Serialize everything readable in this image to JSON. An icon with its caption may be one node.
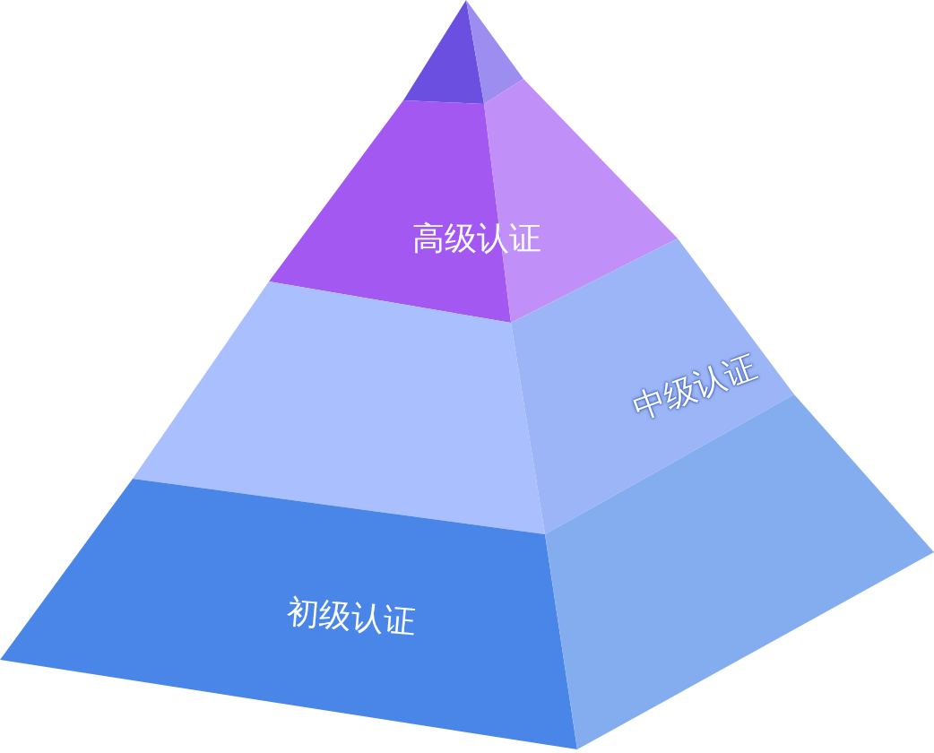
{
  "diagram": {
    "nodes": [
      {
        "text": [
          "高级认证"
        ]
      },
      {
        "text": [
          "中级认证"
        ]
      },
      {
        "text": [
          "初级认证"
        ]
      }
    ]
  }
}
